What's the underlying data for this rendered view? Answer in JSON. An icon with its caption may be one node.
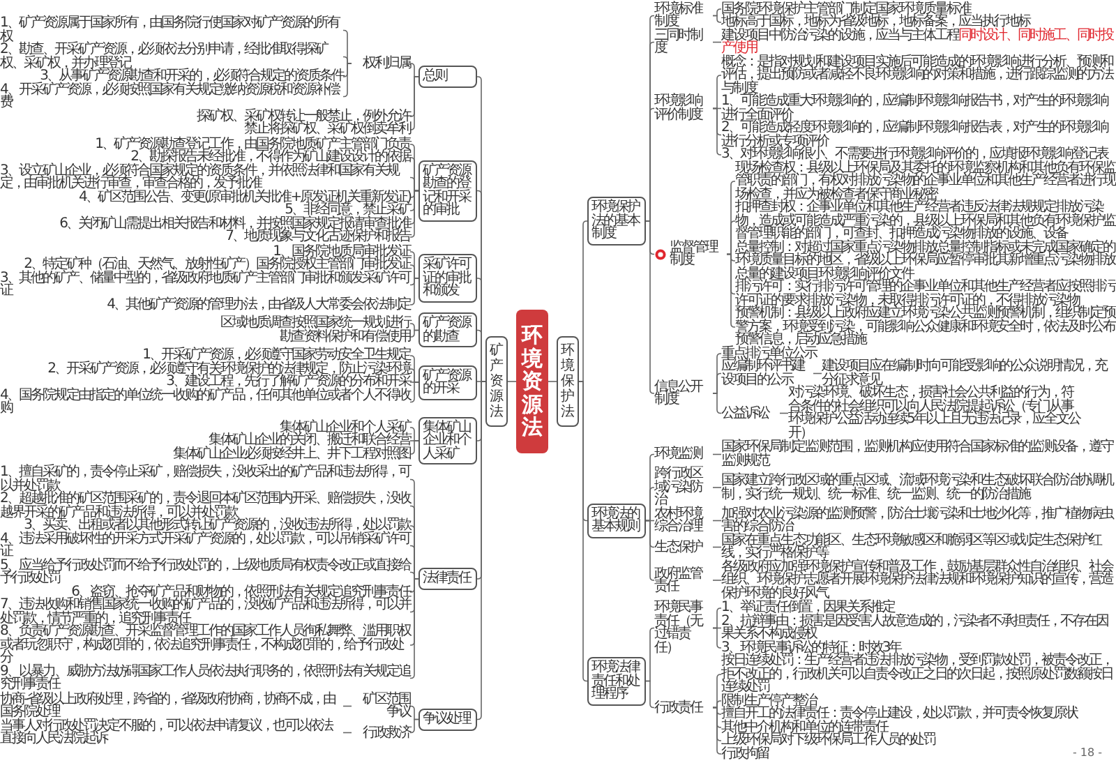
{
  "diagram": {
    "nodes": [
      {
        "text": [
          "环境资源法"
        ]
      },
      {
        "text": [
          "矿产资源法"
        ]
      },
      {
        "text": [
          "总则"
        ]
      },
      {
        "text": [
          "权利归属"
        ]
      },
      {
        "text": [
          "1、矿产资源属于国家所有，由国务院行使国家对矿产资源的所有权"
        ]
      },
      {
        "text": [
          "2、勘查、开采矿产资源，必须依法分别申请，经批准取得探矿权、采矿权，并办理登记"
        ]
      },
      {
        "text": [
          "3、从事矿产资源勘查和开采的，必须符合规定的资质条件"
        ]
      },
      {
        "text": [
          "4、开采矿产资源，必须按照国家有关规定缴纳资源税和资源补偿费"
        ]
      },
      {
        "text": [
          "探矿权、采矿权转让一般禁止，例外允许"
        ]
      },
      {
        "text": [
          "禁止将探矿权、采矿权倒卖牟利"
        ]
      },
      {
        "text": [
          "矿产资源勘查的登记和开采的审批"
        ]
      },
      {
        "text": [
          "1、矿产资源勘查登记工作，由国务院地质矿产主管部门负责"
        ]
      },
      {
        "text": [
          "2、勘探报告未经批准，不得作为矿山建设设计的依据"
        ]
      },
      {
        "text": [
          "3、设立矿山企业，必须符合国家规定的资质条件，并依照法律和国家有关规定，由审批机关进行审查，审查合格的，发予批准"
        ]
      },
      {
        "text": [
          "4、矿区范围公告、变更(原审批机关批准+原发证机关重新发证)"
        ]
      },
      {
        "text": [
          "5、非经同意，禁止采矿"
        ]
      },
      {
        "text": [
          "6、关闭矿山需提出相关报告和材料，并按照国家规定报请审查批准"
        ]
      },
      {
        "text": [
          "7、地质现象与文化古迹保护和报告"
        ]
      },
      {
        "text": [
          "采矿许可证的审批和颁发"
        ]
      },
      {
        "text": [
          "1、国务院地质局审批发证"
        ]
      },
      {
        "text": [
          "2、特定矿种（石油、天然气、放射性矿产）国务院授权主管部门审批发证"
        ]
      },
      {
        "text": [
          "3、其他的矿产、储量中型的，省级政府地质矿产主管部门审批和颁发采矿许可证"
        ]
      },
      {
        "text": [
          "4、其他矿产资源的管理办法，由省级人大常委会依法制定"
        ]
      },
      {
        "text": [
          "矿产资源的勘查"
        ]
      },
      {
        "text": [
          "区域地质调查按照国家统一规划进行"
        ]
      },
      {
        "text": [
          "勘查资料保护和有偿使用"
        ]
      },
      {
        "text": [
          "矿产资源的开采"
        ]
      },
      {
        "text": [
          "1、开采矿产资源，必须遵守国家劳动安全卫生规定"
        ]
      },
      {
        "text": [
          "2、开采矿产资源，必须遵守有关环境保护的法律规定，防止污染环境"
        ]
      },
      {
        "text": [
          "3、建设工程，先行了解矿产资源的分布和开采"
        ]
      },
      {
        "text": [
          "4、国务院规定由指定的单位统一收购的矿产品，任何其他单位或者个人不得收购"
        ]
      },
      {
        "text": [
          "集体矿山企业和个人采矿"
        ]
      },
      {
        "text": [
          "集体矿山企业和个人采矿"
        ]
      },
      {
        "text": [
          "集体矿山企业的关闭、搬迁和联合经营"
        ]
      },
      {
        "text": [
          "集体矿山企业必须按经井上、井下工程对照图"
        ]
      },
      {
        "text": [
          "法律责任"
        ]
      },
      {
        "text": [
          "1、擅自采矿的，责令停止采矿，赔偿损失，没收采出的矿产品和违法所得，可以并处罚款"
        ]
      },
      {
        "text": [
          "2、超越批准的矿区范围采矿的，责令退回本矿区范围内开采、赔偿损失，没收越界开采的矿产品和违法所得，可以并处罚款"
        ]
      },
      {
        "text": [
          "3、买卖、出租或者以其他形式转让矿产资源的，没收违法所得，处以罚款"
        ]
      },
      {
        "text": [
          "4、违法采用破坏性的开采方式开采矿产资源的，处以罚款，可以吊销采矿许可证"
        ]
      },
      {
        "text": [
          "5、应当给予行政处罚而不给予行政处罚的，上级地质局有权责令改正或直接给予行政处罚"
        ]
      },
      {
        "text": [
          "6、盗窃、抢夺矿产品和财物的，依照刑法有关规定追究刑事责任"
        ]
      },
      {
        "text": [
          "7、违法收购和销售国家统一收购的矿产品的，没收矿产品和违法所得，可以并处罚款，情节严重的，追究刑事责任"
        ]
      },
      {
        "text": [
          "8、负责矿产资源勘查、开采监督管理工作的国家工作人员徇私舞弊、滥用职权或者玩忽职守，构成犯罪的，依法追究刑事责任，不构成犯罪的，给予行政处分"
        ]
      },
      {
        "text": [
          "9、以暴力、威胁方法妨碍国家工作人员依法执行职务的，依照刑法有关规定追究刑事责任"
        ]
      },
      {
        "text": [
          "争议处理"
        ]
      },
      {
        "text": [
          "矿区范围争议"
        ]
      },
      {
        "text": [
          "协商-省级以上政府处理，跨省的，省级政府协商，协商不成，由国务院处理"
        ]
      },
      {
        "text": [
          "行政救济"
        ]
      },
      {
        "text": [
          "当事人对行政处罚决定不服的，可以依法申请复议，也可以依法直接向人民法院起诉"
        ]
      },
      {
        "text": [
          "环境保护法"
        ]
      },
      {
        "text": [
          "环境保护法的基本制度"
        ]
      },
      {
        "text": [
          "环境标准制度"
        ]
      },
      {
        "text": [
          "国务院环境保护主管部门制定国家环境质量标准"
        ]
      },
      {
        "text": [
          "地标高于国标，地标为省级地标，地标备案，应当执行地标"
        ]
      },
      {
        "text": [
          "三同时制度"
        ]
      },
      {
        "text": [
          "建设项目中防治污染的设施，应当与主体工程",
          "同时设计、同时施工、同时投产使用"
        ]
      },
      {
        "text": [
          "环境影响评价制度"
        ]
      },
      {
        "text": [
          "概念：是指对规划和建设项目实施后可能造成的环境影响进行分析、预测和评估，提出预防或者减轻不良环境影响的对策和措施，进行跟踪监测的方法与制度"
        ]
      },
      {
        "text": [
          "1、可能造成重大环境影响的，应编制环境影响报告书，对产生的环境影响进行全面评价"
        ]
      },
      {
        "text": [
          "2、可能造成轻度环境影响的，应编制环境影响报告表，对产生的环境影响进行分析或专项评价"
        ]
      },
      {
        "text": [
          "3、对环境影响很小、不需要进行环境影响评价的，应填报环境影响登记表"
        ]
      },
      {
        "text": [
          "监督管理制度"
        ]
      },
      {
        "text": [
          "现场检查权：县级以上环保局及其委托的环境监察机构和其他负有环保监管职责的部门，有权对排放污染物的企事业单位和其他生产经营者进行现场检查，并应为被检查者保守商业秘密"
        ]
      },
      {
        "text": [
          "扣押查封权：企事业单位和其他生产经营者违反法律法规规定排放污染物，造成或可能造成严重污染的，县级以上环保局和其他负有环境保护监督管理职能的部门，可查封、扣押造成污染物排放的设施、设备"
        ]
      },
      {
        "text": [
          "总量控制：对超过国家重点污染物排放总量控制指标或未完成国家确定的环境质量目标的地区，省级以上环保局应暂停审批其新增重点污染物排放总量的建设项目环境影响评价文件"
        ]
      },
      {
        "text": [
          "排污许可：实行排污许可管理的企事业单位和其他生产经营者应按照排污许可证的要求排放污染物，未取得排污许可证的，不得排放污染物"
        ]
      },
      {
        "text": [
          "预警机制：县级以上政府应建立环境污染公共监测预警机制，组织制定预警方案，环境受到污染，可能影响公众健康和环境安全时，依法及时公布预警信息，启动应急措施"
        ]
      },
      {
        "text": [
          "信息公开制度"
        ]
      },
      {
        "text": [
          "重点排污单位公示"
        ]
      },
      {
        "text": [
          "应编制环评书建设项目的公示"
        ]
      },
      {
        "text": [
          "建设项目应在编制时向可能受影响的公众说明情况，充分征求意见"
        ]
      },
      {
        "text": [
          "公益诉讼"
        ]
      },
      {
        "text": [
          "对污染环境、破坏生态，损害社会公共利益的行为，符合条件的社会组织可以向人民法院提起诉讼（专门从事环境保护公益活动连续5年以上且无违法记录，应全文公开）"
        ]
      },
      {
        "text": [
          "环境法的基本规则"
        ]
      },
      {
        "text": [
          "环境监测"
        ]
      },
      {
        "text": [
          "国家环保局制定监测范围，监测机构应使用符合国家标准的监测设备，遵守监测规范"
        ]
      },
      {
        "text": [
          "跨行政区域污染防治"
        ]
      },
      {
        "text": [
          "国家建立跨行政区域的重点区域、流域环境污染和生态破坏联合防治协调机制，实行统一规划、统一标准、统一监测、统一的防治措施"
        ]
      },
      {
        "text": [
          "农村环境综合治理"
        ]
      },
      {
        "text": [
          "加强对农业污染源的监测预警，防治土壤污染和土地沙化等，推广植物病虫害的综合防治"
        ]
      },
      {
        "text": [
          "生态保护"
        ]
      },
      {
        "text": [
          "国家在重点生态功能区、生态环境敏感区和脆弱区等区域划定生态保护红线，实行严格保护等"
        ]
      },
      {
        "text": [
          "政府监管责任"
        ]
      },
      {
        "text": [
          "各级政府应加强环境保护宣传和普及工作，鼓励基层群众性自治组织、社会组织、环境保护志愿者开展环境保护法律法规和环境保护知识的宣传，营造保护环境的良好风气"
        ]
      },
      {
        "text": [
          "环境法律责任和处理程序"
        ]
      },
      {
        "text": [
          "环境民事责任（无过错责任）"
        ]
      },
      {
        "text": [
          "1、举证责任倒置，因果关系推定"
        ]
      },
      {
        "text": [
          "2、抗辩事由：损害是因受害人故意造成的，污染者不承担责任，不存在因果关系不构成侵权"
        ]
      },
      {
        "text": [
          "3、环境民事诉讼的特征：时效3年"
        ]
      },
      {
        "text": [
          "行政责任"
        ]
      },
      {
        "text": [
          "按日连续处罚：生产经营者违法排放污染物，受到罚款处罚，被责令改正，拒不改正的，行政机关可以自责令改正之日的次日起，按照原处罚数额按日连续处罚"
        ]
      },
      {
        "text": [
          "限制生产停产整治"
        ]
      },
      {
        "text": [
          "擅自开工的法律责任：责令停止建设，处以罚款，并可责令恢复原状"
        ]
      },
      {
        "text": [
          "其他中介机构和单位的连带责任"
        ]
      },
      {
        "text": [
          "上级环保局对下级环保局工作人员的处罚"
        ]
      },
      {
        "text": [
          "行政拘留"
        ]
      }
    ],
    "edges": [
      {
        "from": 0,
        "to": 1,
        "arrow": "none"
      },
      {
        "from": 1,
        "to": 2,
        "arrow": "none"
      },
      {
        "from": 2,
        "to": 3,
        "arrow": "none"
      },
      {
        "from": 3,
        "to": 4,
        "arrow": "none"
      },
      {
        "from": 3,
        "to": 5,
        "arrow": "none"
      },
      {
        "from": 3,
        "to": 6,
        "arrow": "none"
      },
      {
        "from": 3,
        "to": 7,
        "arrow": "none"
      },
      {
        "from": 2,
        "to": 8,
        "arrow": "none"
      },
      {
        "from": 2,
        "to": 9,
        "arrow": "none"
      },
      {
        "from": 1,
        "to": 10,
        "arrow": "none"
      },
      {
        "from": 10,
        "to": 11,
        "arrow": "none"
      },
      {
        "from": 10,
        "to": 12,
        "arrow": "none"
      },
      {
        "from": 10,
        "to": 13,
        "arrow": "none"
      },
      {
        "from": 10,
        "to": 14,
        "arrow": "none"
      },
      {
        "from": 10,
        "to": 15,
        "arrow": "none"
      },
      {
        "from": 10,
        "to": 16,
        "arrow": "none"
      },
      {
        "from": 10,
        "to": 17,
        "arrow": "none"
      },
      {
        "from": 1,
        "to": 18,
        "arrow": "none"
      },
      {
        "from": 18,
        "to": 19,
        "arrow": "none"
      },
      {
        "from": 18,
        "to": 20,
        "arrow": "none"
      },
      {
        "from": 18,
        "to": 21,
        "arrow": "none"
      },
      {
        "from": 18,
        "to": 22,
        "arrow": "none"
      },
      {
        "from": 1,
        "to": 23,
        "arrow": "none"
      },
      {
        "from": 23,
        "to": 24,
        "arrow": "none"
      },
      {
        "from": 23,
        "to": 25,
        "arrow": "none"
      },
      {
        "from": 1,
        "to": 26,
        "arrow": "none"
      },
      {
        "from": 26,
        "to": 27,
        "arrow": "none"
      },
      {
        "from": 26,
        "to": 28,
        "arrow": "none"
      },
      {
        "from": 26,
        "to": 29,
        "arrow": "none"
      },
      {
        "from": 26,
        "to": 30,
        "arrow": "none"
      },
      {
        "from": 1,
        "to": 31,
        "arrow": "none"
      },
      {
        "from": 31,
        "to": 32,
        "arrow": "none"
      },
      {
        "from": 31,
        "to": 33,
        "arrow": "none"
      },
      {
        "from": 31,
        "to": 34,
        "arrow": "none"
      },
      {
        "from": 1,
        "to": 35,
        "arrow": "none"
      },
      {
        "from": 35,
        "to": 36,
        "arrow": "none"
      },
      {
        "from": 35,
        "to": 37,
        "arrow": "none"
      },
      {
        "from": 35,
        "to": 38,
        "arrow": "none"
      },
      {
        "from": 35,
        "to": 39,
        "arrow": "none"
      },
      {
        "from": 35,
        "to": 40,
        "arrow": "none"
      },
      {
        "from": 35,
        "to": 41,
        "arrow": "none"
      },
      {
        "from": 35,
        "to": 42,
        "arrow": "none"
      },
      {
        "from": 35,
        "to": 43,
        "arrow": "none"
      },
      {
        "from": 35,
        "to": 44,
        "arrow": "none"
      },
      {
        "from": 1,
        "to": 45,
        "arrow": "none"
      },
      {
        "from": 45,
        "to": 46,
        "arrow": "none"
      },
      {
        "from": 46,
        "to": 47,
        "arrow": "none"
      },
      {
        "from": 45,
        "to": 48,
        "arrow": "none"
      },
      {
        "from": 48,
        "to": 49,
        "arrow": "none"
      },
      {
        "from": 0,
        "to": 50,
        "arrow": "none"
      },
      {
        "from": 50,
        "to": 51,
        "arrow": "none"
      },
      {
        "from": 51,
        "to": 52,
        "arrow": "none"
      },
      {
        "from": 52,
        "to": 53,
        "arrow": "none"
      },
      {
        "from": 52,
        "to": 54,
        "arrow": "none"
      },
      {
        "from": 51,
        "to": 55,
        "arrow": "none"
      },
      {
        "from": 55,
        "to": 56,
        "arrow": "none"
      },
      {
        "from": 51,
        "to": 57,
        "arrow": "none"
      },
      {
        "from": 57,
        "to": 58,
        "arrow": "none"
      },
      {
        "from": 57,
        "to": 59,
        "arrow": "none"
      },
      {
        "from": 57,
        "to": 60,
        "arrow": "none"
      },
      {
        "from": 57,
        "to": 61,
        "arrow": "none"
      },
      {
        "from": 51,
        "to": 62,
        "arrow": "none"
      },
      {
        "from": 62,
        "to": 63,
        "arrow": "none"
      },
      {
        "from": 62,
        "to": 64,
        "arrow": "none"
      },
      {
        "from": 62,
        "to": 65,
        "arrow": "none"
      },
      {
        "from": 62,
        "to": 66,
        "arrow": "none"
      },
      {
        "from": 62,
        "to": 67,
        "arrow": "none"
      },
      {
        "from": 51,
        "to": 68,
        "arrow": "none"
      },
      {
        "from": 68,
        "to": 69,
        "arrow": "none"
      },
      {
        "from": 68,
        "to": 70,
        "arrow": "none"
      },
      {
        "from": 70,
        "to": 71,
        "arrow": "none"
      },
      {
        "from": 68,
        "to": 72,
        "arrow": "none"
      },
      {
        "from": 72,
        "to": 73,
        "arrow": "none"
      },
      {
        "from": 50,
        "to": 74,
        "arrow": "none"
      },
      {
        "from": 74,
        "to": 75,
        "arrow": "none"
      },
      {
        "from": 75,
        "to": 76,
        "arrow": "none"
      },
      {
        "from": 74,
        "to": 77,
        "arrow": "none"
      },
      {
        "from": 77,
        "to": 78,
        "arrow": "none"
      },
      {
        "from": 74,
        "to": 79,
        "arrow": "none"
      },
      {
        "from": 79,
        "to": 80,
        "arrow": "none"
      },
      {
        "from": 74,
        "to": 81,
        "arrow": "none"
      },
      {
        "from": 81,
        "to": 82,
        "arrow": "none"
      },
      {
        "from": 74,
        "to": 83,
        "arrow": "none"
      },
      {
        "from": 83,
        "to": 84,
        "arrow": "none"
      },
      {
        "from": 50,
        "to": 85,
        "arrow": "none"
      },
      {
        "from": 85,
        "to": 86,
        "arrow": "none"
      },
      {
        "from": 86,
        "to": 87,
        "arrow": "none"
      },
      {
        "from": 86,
        "to": 88,
        "arrow": "none"
      },
      {
        "from": 86,
        "to": 89,
        "arrow": "none"
      },
      {
        "from": 85,
        "to": 90,
        "arrow": "none"
      },
      {
        "from": 90,
        "to": 91,
        "arrow": "none"
      },
      {
        "from": 90,
        "to": 92,
        "arrow": "none"
      },
      {
        "from": 90,
        "to": 93,
        "arrow": "none"
      },
      {
        "from": 90,
        "to": 94,
        "arrow": "none"
      },
      {
        "from": 90,
        "to": 95,
        "arrow": "none"
      },
      {
        "from": 90,
        "to": 96,
        "arrow": "none"
      }
    ],
    "labels": [
      "- 18 -"
    ]
  }
}
